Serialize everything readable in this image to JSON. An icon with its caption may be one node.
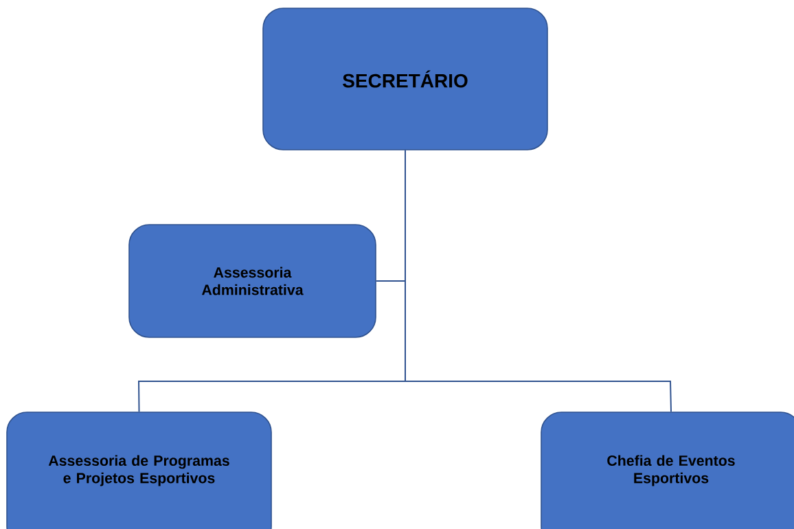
{
  "diagram": {
    "nodes": [
      {
        "text": [
          "SECRETÁRIO"
        ]
      },
      {
        "text": [
          "Assessoria Administrativa"
        ]
      },
      {
        "text": [
          "Assessoria de Programas e Projetos Esportivos"
        ]
      },
      {
        "text": [
          "Chefia de Eventos Esportivos"
        ]
      }
    ],
    "edges": [
      {
        "from": 0,
        "to": 1,
        "arrow": "none"
      },
      {
        "from": 0,
        "to": 2,
        "arrow": "none"
      },
      {
        "from": 0,
        "to": 3,
        "arrow": "none"
      }
    ]
  }
}
